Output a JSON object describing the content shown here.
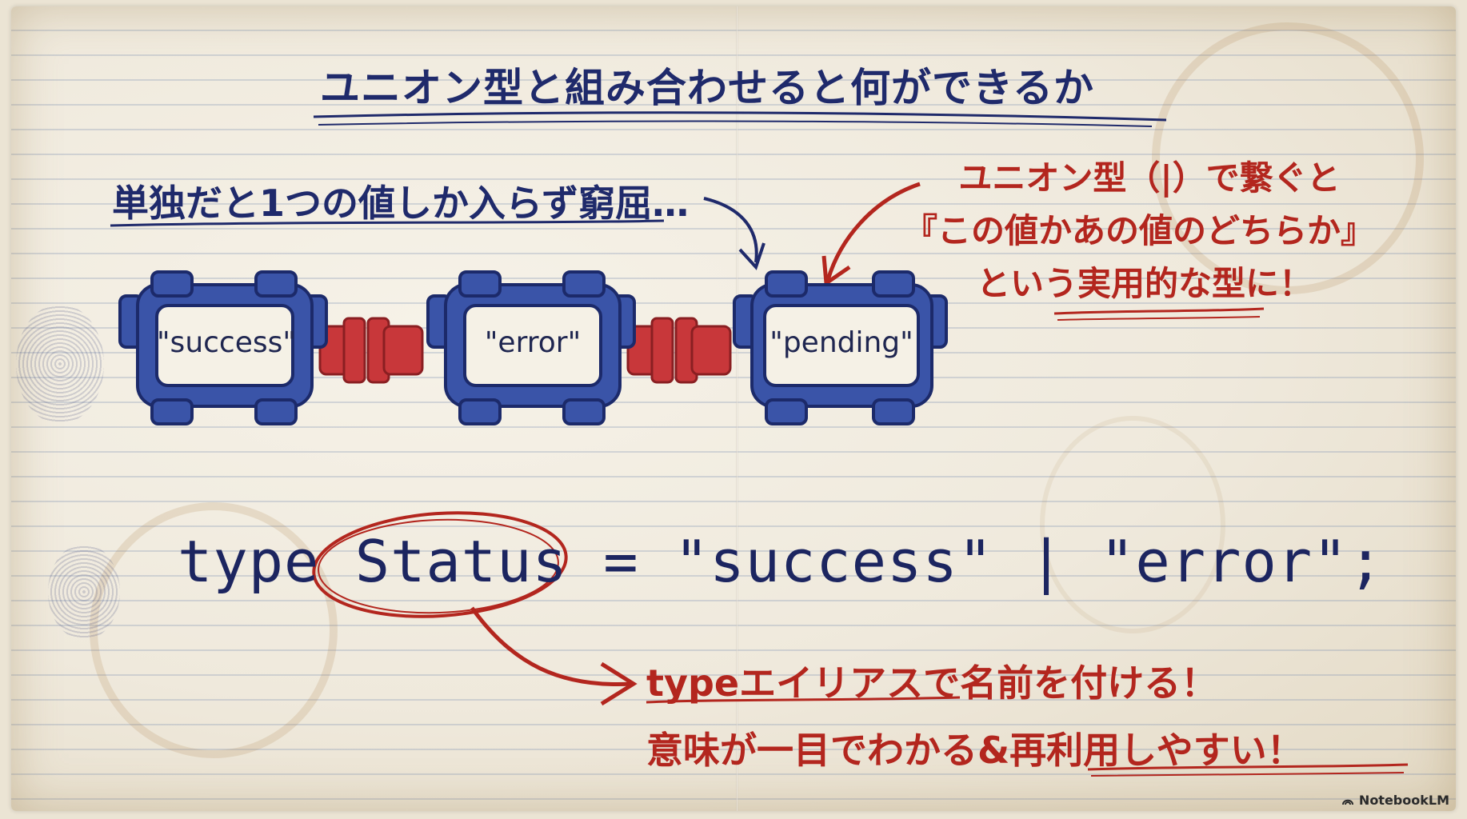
{
  "title": "ユニオン型と組み合わせると何ができるか",
  "note_single": "単独だと1つの値しか入らず窮屈…",
  "note_union": {
    "line1": "ユニオン型（|）で繋ぐと",
    "line2": "『この値かあの値のどちらか』",
    "line3": "という実用的な型に！"
  },
  "chips": [
    "\"success\"",
    "\"error\"",
    "\"pending\""
  ],
  "code": {
    "keyword": "type",
    "name": "Status",
    "rest": "= \"success\" | \"error\";"
  },
  "note_alias": {
    "line1": "typeエイリアスで名前を付ける！",
    "line2": "意味が一目でわかる&再利用しやすい！"
  },
  "badge": "NotebookLM",
  "colors": {
    "ink_blue": "#1f2a6b",
    "ink_red": "#b3261e",
    "chip_blue": "#3a54a8",
    "connector_red": "#c8373a"
  }
}
